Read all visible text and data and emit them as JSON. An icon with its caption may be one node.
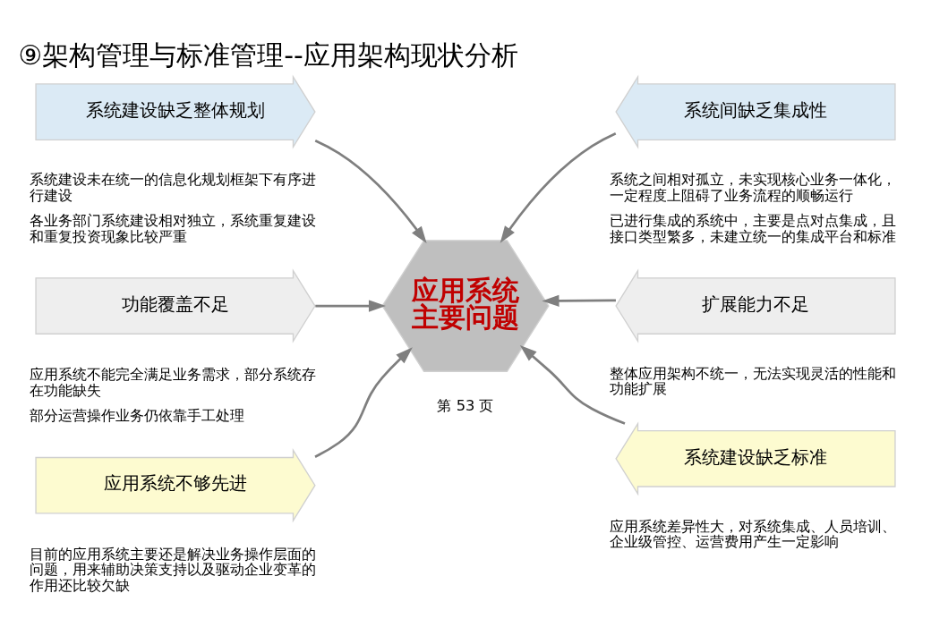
{
  "diagram": {
    "title": "⑨架构管理与标准管理--应用架构现状分析",
    "nodes": [
      {
        "text": [
          "系统建设缺乏整体规划"
        ],
        "beside": [
          "系统建设未在统一的信息化规划框架下有序进行建设",
          "各业务部门系统建设相对独立，系统重复建设和重复投资现象比较严重"
        ]
      },
      {
        "text": [
          "系统间缺乏集成性"
        ],
        "beside": [
          "系统之间相对孤立，未实现核心业务一体化，一定程度上阻碍了业务流程的顺畅运行",
          "已进行集成的系统中，主要是点对点集成，且接口类型繁多，未建立统一的集成平台和标准"
        ]
      },
      {
        "text": [
          "功能覆盖不足"
        ],
        "beside": [
          "应用系统不能完全满足业务需求，部分系统存在功能缺失",
          "部分运营操作业务仍依靠手工处理"
        ]
      },
      {
        "text": [
          "应用系统主要问题"
        ]
      },
      {
        "text": [
          "扩展能力不足"
        ],
        "beside": [
          "整体应用架构不统一，无法实现灵活的性能和功能扩展"
        ]
      },
      {
        "text": [
          "应用系统不够先进"
        ],
        "beside": [
          "目前的应用系统主要还是解决业务操作层面的问题，用来辅助决策支持以及驱动企业变革的作用还比较欠缺"
        ]
      },
      {
        "text": [
          "系统建设缺乏标准"
        ],
        "beside": [
          "应用系统差异性大，对系统集成、人员培训、企业级管控、运营费用产生一定影响"
        ]
      }
    ],
    "edges": [
      {
        "from": 0,
        "to": 3,
        "arrow": "to"
      },
      {
        "from": 1,
        "to": 3,
        "arrow": "to"
      },
      {
        "from": 2,
        "to": 3,
        "arrow": "to"
      },
      {
        "from": 4,
        "to": 3,
        "arrow": "to"
      },
      {
        "from": 5,
        "to": 3,
        "arrow": "to"
      },
      {
        "from": 6,
        "to": 3,
        "arrow": "to"
      }
    ],
    "labels": [
      "第 53 页"
    ]
  }
}
